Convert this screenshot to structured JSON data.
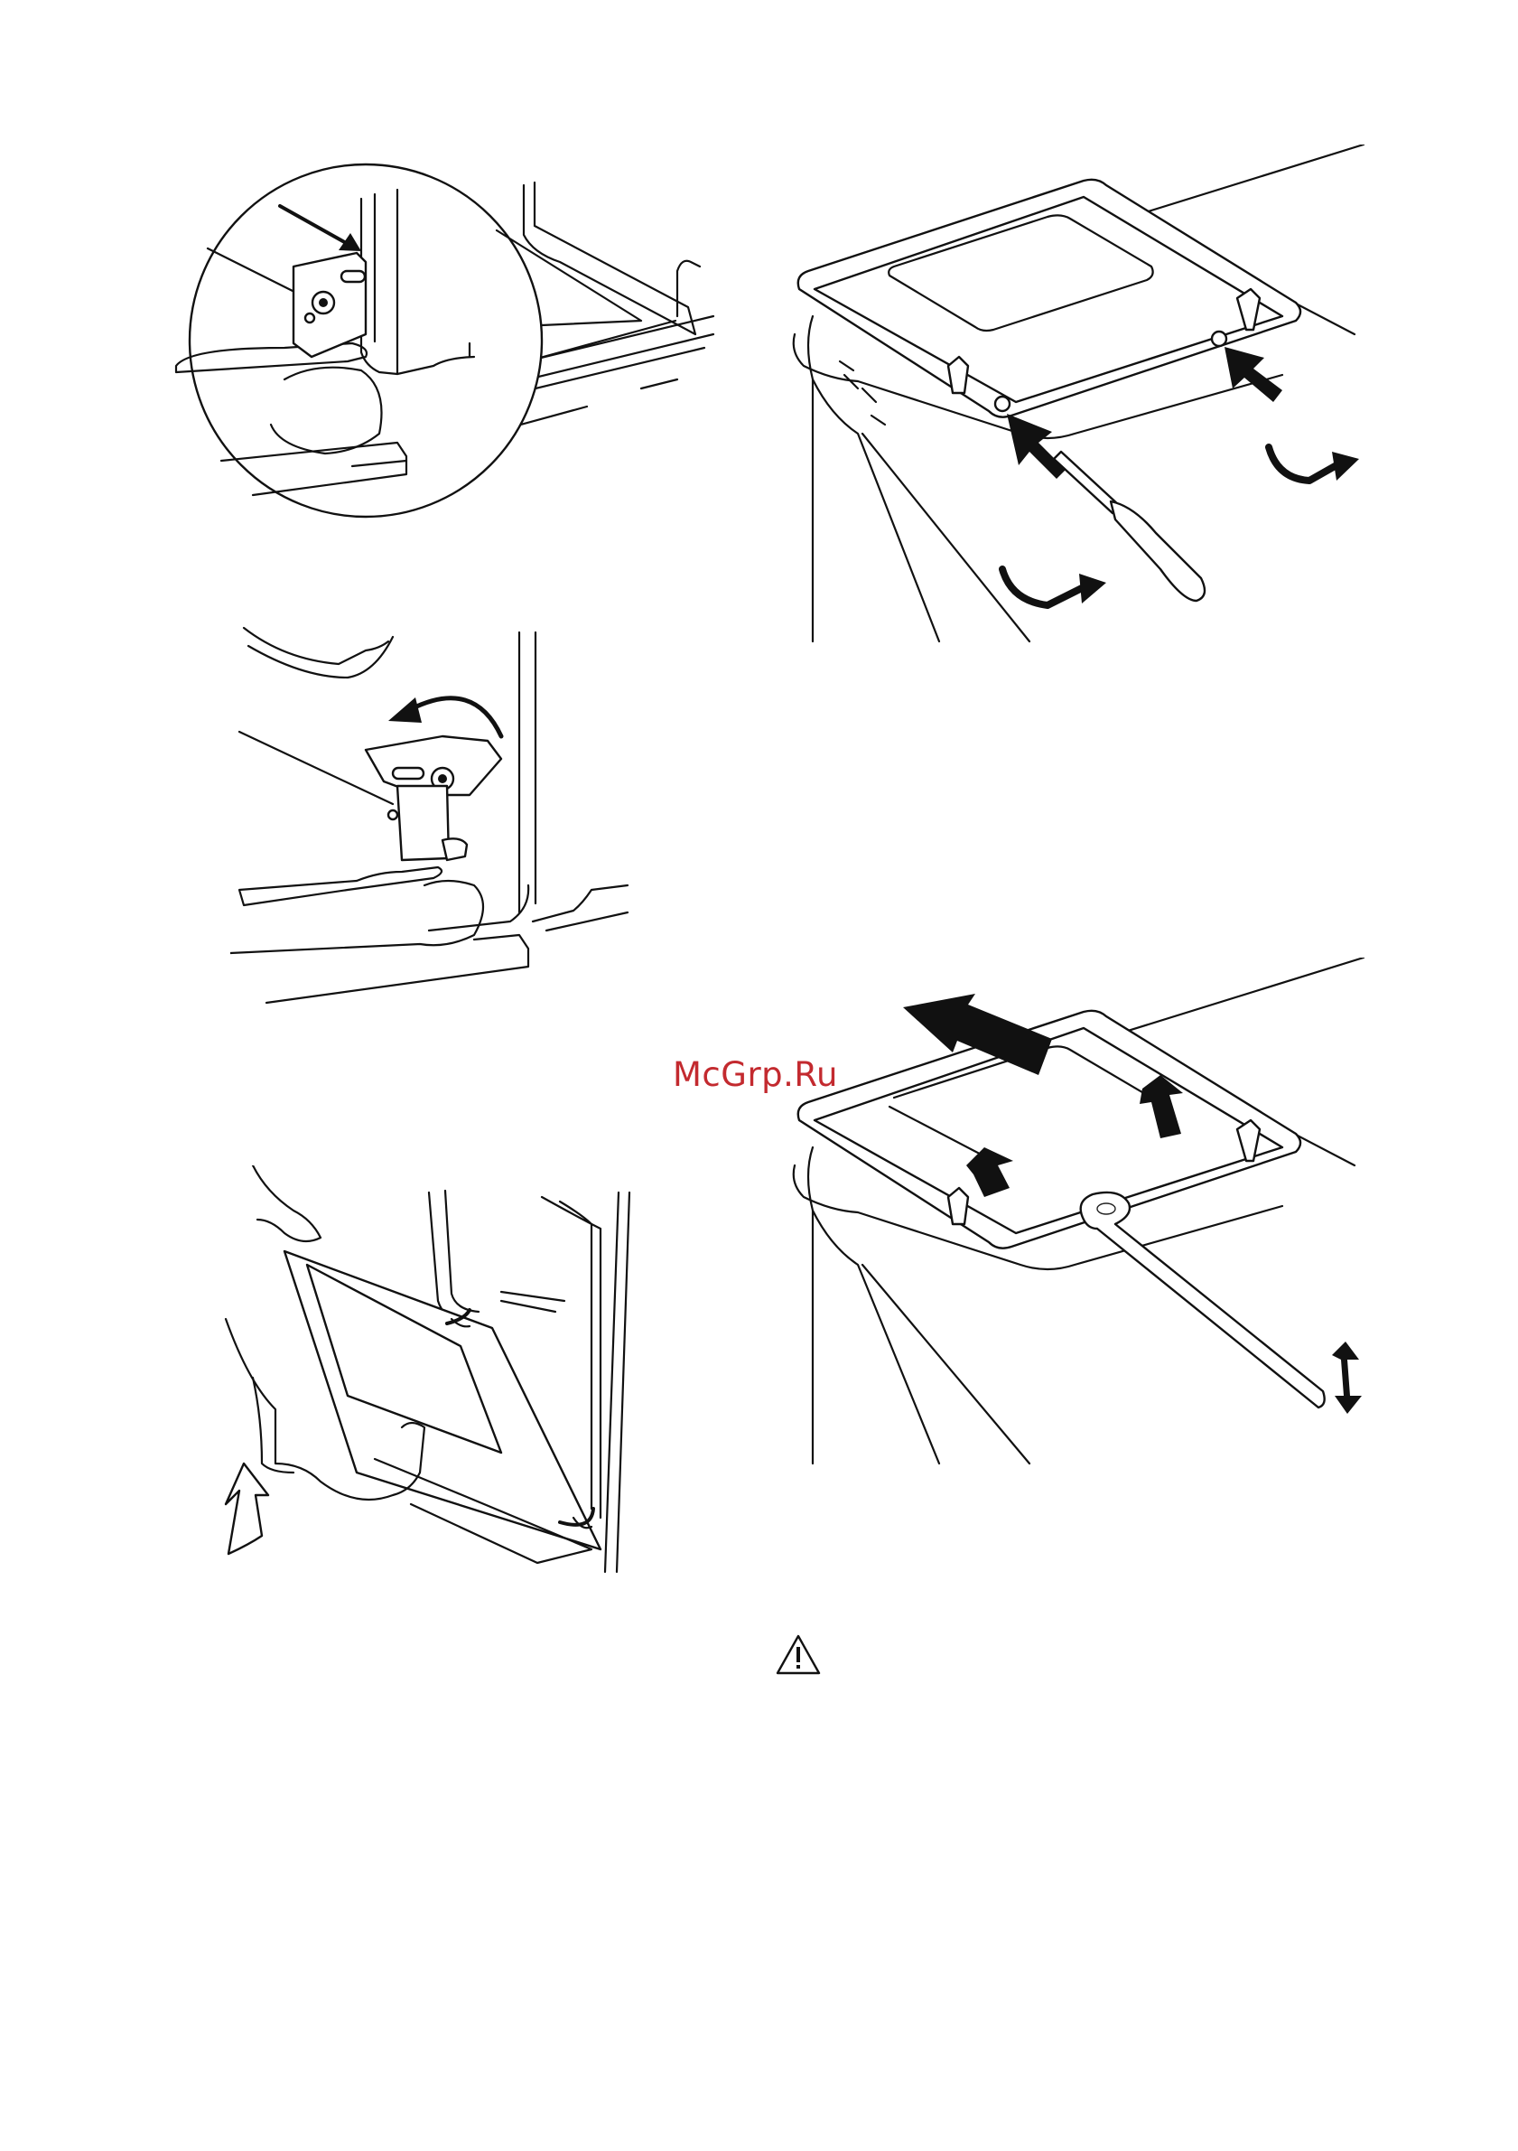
{
  "watermark": {
    "text": "McGrp.Ru"
  },
  "figures": [
    {
      "name": "hinge-lock-detail",
      "icon": "hinge-lever-closeup"
    },
    {
      "name": "hinge-lever-rotate",
      "icon": "rotate-arrow"
    },
    {
      "name": "door-lift-off",
      "icon": "hands-lifting-door"
    },
    {
      "name": "door-unscrew",
      "icon": "screwdriver"
    },
    {
      "name": "door-panel-remove",
      "icon": "lift-arrows"
    }
  ],
  "warning": {
    "icon": "warning-triangle-icon"
  },
  "colors": {
    "ink": "#111111",
    "watermark": "#c32a2f",
    "background": "#ffffff"
  }
}
